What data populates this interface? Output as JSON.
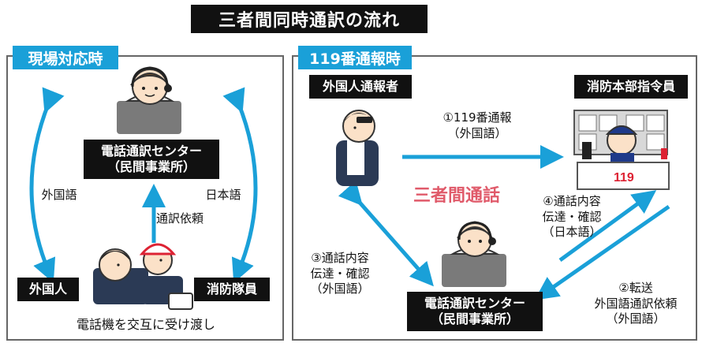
{
  "title": "三者間同時通訳の流れ",
  "left_panel": {
    "tag": "現場対応時",
    "center_line1": "電話通訳センター",
    "center_line2": "（民間事業所）",
    "foreign_lang": "外国語",
    "japanese_lang": "日本語",
    "request": "通訳依頼",
    "foreigner": "外国人",
    "firefighter": "消防隊員",
    "caption": "電話機を交互に受け渡し"
  },
  "right_panel": {
    "tag": "119番通報時",
    "caller": "外国人通報者",
    "dispatcher": "消防本部指令員",
    "step1_line1": "①119番通報",
    "step1_line2": "（外国語）",
    "three_way": "三者間通話",
    "step4_line1": "④通話内容",
    "step4_line2": "伝達・確認",
    "step4_line3": "（日本語）",
    "step3_line1": "③通話内容",
    "step3_line2": "伝達・確認",
    "step3_line3": "（外国語）",
    "step2_line1": "②転送",
    "step2_line2": "外国語通訳依頼",
    "step2_line3": "（外国語）",
    "center_line1": "電話通訳センター",
    "center_line2": "（民間事業所）",
    "desk_sign": "119"
  },
  "colors": {
    "accent": "#1aa0d8",
    "highlight": "#e05a6a",
    "label_bg": "#111111"
  }
}
